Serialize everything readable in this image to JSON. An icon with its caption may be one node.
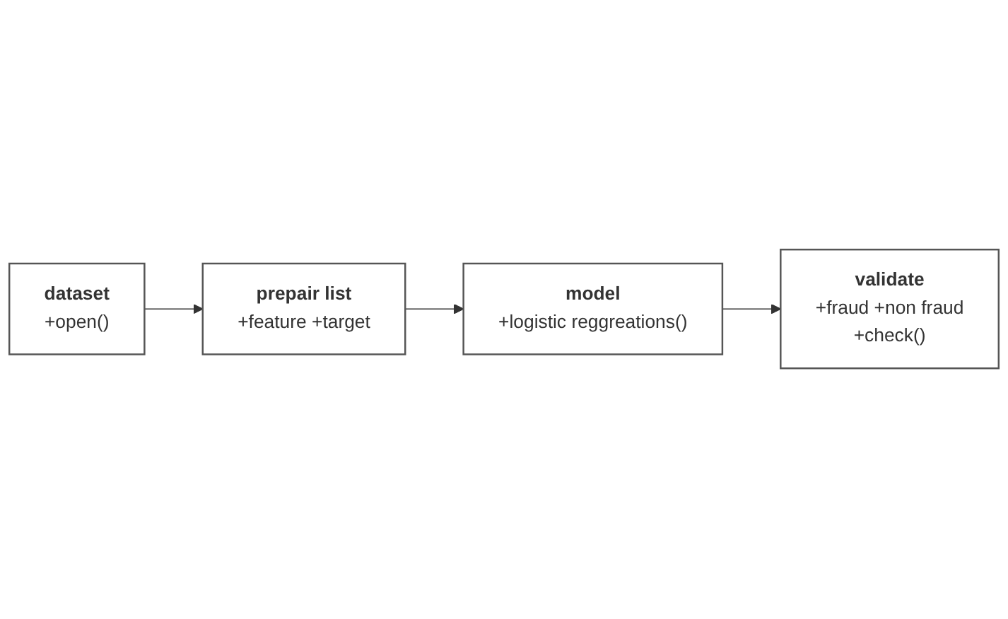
{
  "diagram": {
    "nodes": [
      {
        "text": [
          "dataset",
          "+open()"
        ]
      },
      {
        "text": [
          "prepair list",
          "+feature +target"
        ]
      },
      {
        "text": [
          "model",
          "+logistic reggreations()"
        ]
      },
      {
        "text": [
          "validate",
          "+fraud +non fraud",
          "+check()"
        ]
      }
    ],
    "edges": [
      {
        "from": 0,
        "to": 1,
        "arrow": "to"
      },
      {
        "from": 1,
        "to": 2,
        "arrow": "to"
      },
      {
        "from": 2,
        "to": 3,
        "arrow": "to"
      }
    ]
  }
}
